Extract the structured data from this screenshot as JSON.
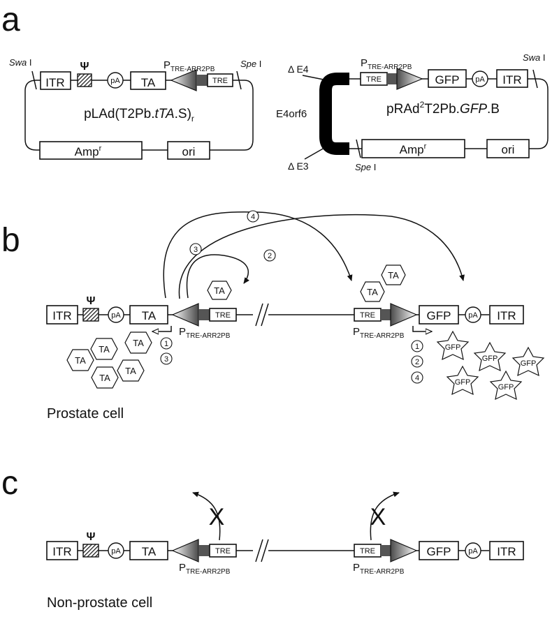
{
  "panels": {
    "a": "a",
    "b": "b",
    "c": "c"
  },
  "common": {
    "itr": "ITR",
    "psi": "Ψ",
    "pa": "pA",
    "ta": "TA",
    "tre": "TRE",
    "gfp": "GFP",
    "amp": "Amp",
    "amp_sup": "r",
    "ori": "ori",
    "promoter_p": "P",
    "promoter_sub": "TRE-ARR2PB"
  },
  "panel_a": {
    "left_plasmid_pre": "pLAd(T2Pb.",
    "left_plasmid_it": "tTA",
    "left_plasmid_post": ".S)",
    "left_plasmid_sub": "r",
    "right_plasmid_pre": "pRAd",
    "right_plasmid_sup": "2",
    "right_plasmid_mid": "T2Pb.",
    "right_plasmid_it": "GFP",
    "right_plasmid_post": ".B",
    "swa_it": "Swa",
    "swa_rom": " I",
    "spe_it": "Spe",
    "spe_rom": " I",
    "de4": "Δ E4",
    "de3": "Δ E3",
    "e4orf6": "E4orf6"
  },
  "panel_b": {
    "steps": [
      "1",
      "2",
      "3",
      "4"
    ],
    "cell_label": "Prostate cell"
  },
  "panel_c": {
    "blocked": "X",
    "cell_label": "Non-prostate cell"
  }
}
